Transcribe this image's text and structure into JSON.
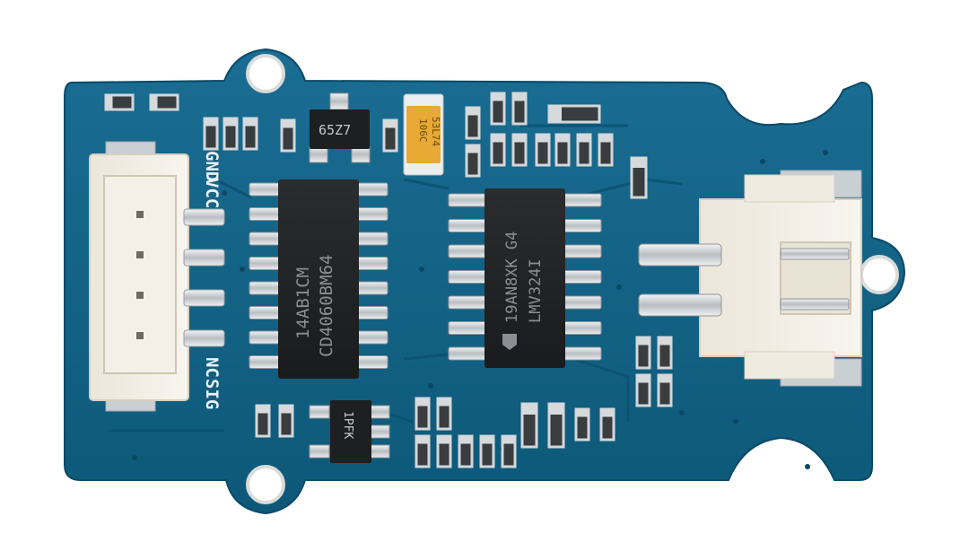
{
  "board": {
    "pcb_color": "#0f5f82",
    "trace_color": "#0c4e6e",
    "pad_color": "#cfd3d6",
    "connector_color": "#f3efe6"
  },
  "silkscreen": {
    "gnd": "GND",
    "vcc": "VCC",
    "nc": "NC",
    "sig": "SIG"
  },
  "chips": {
    "left_line1": "14AB1CM",
    "left_line2": "CD4060BM64",
    "right_line1": "19AN8XK G4",
    "right_line2": "LMV324I",
    "right_logo": "ti-logo-icon"
  },
  "small_parts": {
    "sot_top": "65Z7",
    "tantalum_line1": "106C",
    "tantalum_line2": "53L74",
    "sot_bottom": "1PFK"
  }
}
